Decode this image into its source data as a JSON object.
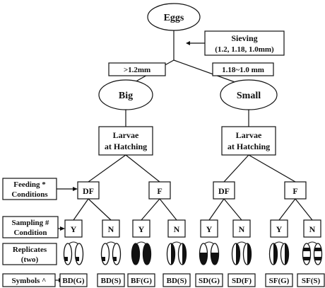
{
  "root": {
    "label": "Eggs"
  },
  "sieving": {
    "label": "Sieving",
    "sizes": "(1.2, 1.18, 1.0mm)"
  },
  "size_labels": {
    "big_range": ">1.2mm",
    "small_range": "1.18~1.0 mm"
  },
  "groups": [
    {
      "name": "Big",
      "larvae_line1": "Larvae",
      "larvae_line2": "at Hatching"
    },
    {
      "name": "Small",
      "larvae_line1": "Larvae",
      "larvae_line2": "at Hatching"
    }
  ],
  "feeding_nodes": [
    "DF",
    "F",
    "DF",
    "F"
  ],
  "sampling_nodes": [
    "Y",
    "N",
    "Y",
    "N",
    "Y",
    "N",
    "Y",
    "N"
  ],
  "symbols": [
    "BD(G)",
    "BD(S)",
    "BF(G)",
    "BD(S)",
    "SD(G)",
    "SD(F)",
    "SF(G)",
    "SF(S)"
  ],
  "replicate_patterns": [
    "outline-dark-tip",
    "outline-dark-tip",
    "filled",
    "half",
    "lower-dark",
    "half",
    "half",
    "banded"
  ],
  "row_labels": {
    "feeding": [
      "Feeding *",
      "Conditions"
    ],
    "sampling": [
      "Sampling #",
      "Condition"
    ],
    "replicates": [
      "Replicates",
      "(two)"
    ],
    "symbols": "Symbols ^"
  },
  "colors": {
    "ink": "#111111",
    "background": "#ffffff"
  }
}
